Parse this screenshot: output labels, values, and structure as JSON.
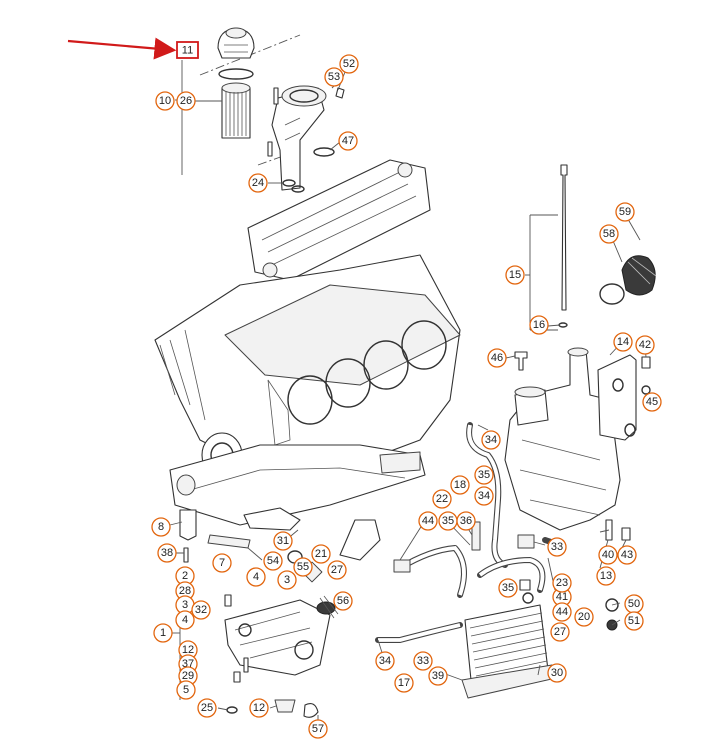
{
  "diagram": {
    "accent_color": "#d11a1a",
    "callout_color": "#e2660f",
    "highlighted_part": "11",
    "callouts": [
      "11",
      "52",
      "53",
      "10",
      "26",
      "47",
      "24",
      "59",
      "58",
      "15",
      "16",
      "14",
      "42",
      "46",
      "45",
      "34",
      "35",
      "18",
      "34",
      "22",
      "44",
      "35",
      "36",
      "33",
      "8",
      "31",
      "21",
      "38",
      "54",
      "55",
      "7",
      "2",
      "4",
      "3",
      "28",
      "3",
      "27",
      "56",
      "32",
      "4",
      "35",
      "41",
      "23",
      "44",
      "20",
      "40",
      "43",
      "13",
      "50",
      "51",
      "1",
      "12",
      "37",
      "29",
      "5",
      "34",
      "27",
      "33",
      "17",
      "39",
      "30",
      "25",
      "12",
      "57"
    ]
  }
}
